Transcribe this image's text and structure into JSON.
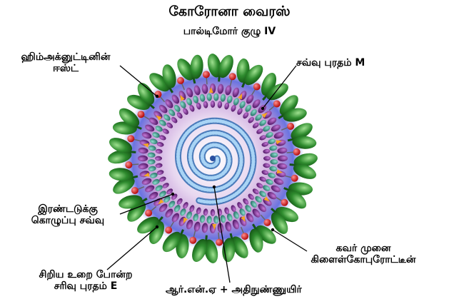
{
  "title": "கோரோனா வைரஸ்",
  "subtitle": "பால்டிமோர் குழு IV",
  "labels": {
    "he": [
      "ஹிம்அக்னுட்டினின்",
      "ஈஸ்ட்"
    ],
    "m": "சவ்வு புரதம் M",
    "bilayer": [
      "இரண்டடுக்கு",
      "கொழுப்பு சவ்வு"
    ],
    "spike": [
      "கவர் முனை",
      "கிளைள்கோபுரோட்டீன்"
    ],
    "e": [
      "சிறிய உறை போன்ற",
      "சரிவு புரதம் E"
    ],
    "rna": "ஆர்.என்.ஏ + அதிநுண்ணுயிர்"
  },
  "colors": {
    "spike": "#2e8b2e",
    "spike_dark": "#145214",
    "membrane_outer": "#6a1f80",
    "membrane_inner": "#2a9c8a",
    "he_red": "#e02020",
    "e_orange": "#f5a623",
    "halo": "#5566dd",
    "rna": "#4a8fd0"
  }
}
